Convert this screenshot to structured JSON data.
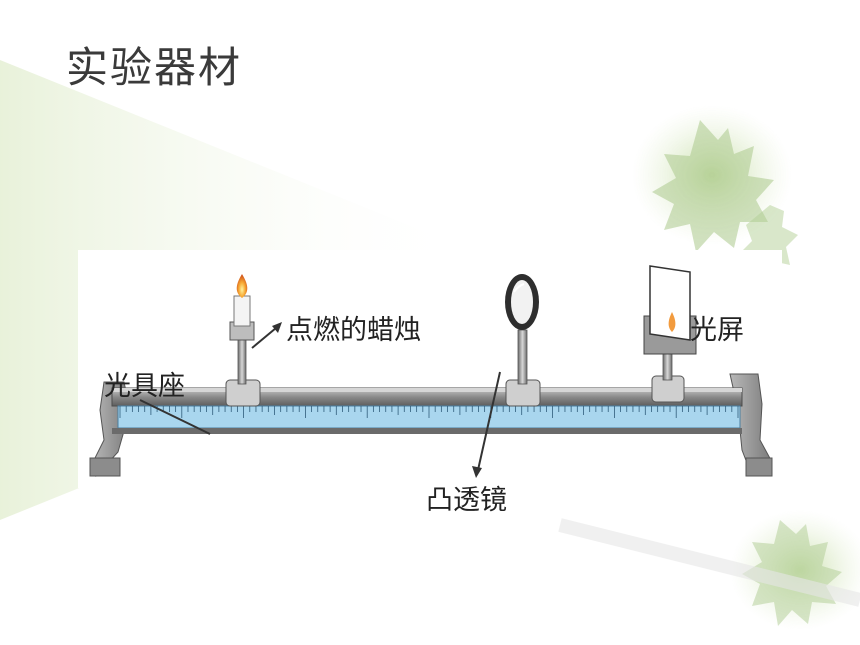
{
  "slide": {
    "title": "实验器材"
  },
  "diagram": {
    "labels": {
      "candle": "点燃的蜡烛",
      "screen": "光屏",
      "bench": "光具座",
      "lens": "凸透镜"
    }
  },
  "colors": {
    "ruler": "#a9d6ee",
    "bench": "#8e8e8e",
    "leaf": "#9cbf78",
    "flame": "#f08a1c"
  }
}
